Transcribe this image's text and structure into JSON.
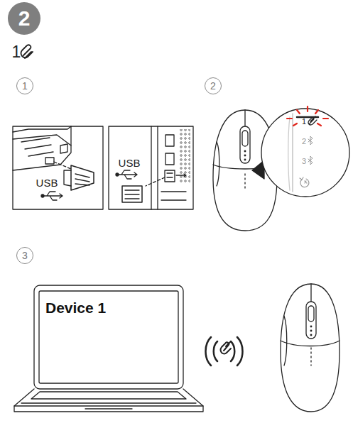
{
  "diagram": {
    "nodes": [
      {
        "text": [
          "2"
        ]
      },
      {
        "text": [
          "1"
        ]
      },
      {
        "text": [
          "2"
        ]
      },
      {
        "text": [
          "3"
        ]
      },
      {
        "text": [
          "Device 1"
        ]
      }
    ],
    "labels": [
      "1",
      "USB",
      "USB",
      "1",
      "2",
      "3"
    ]
  }
}
